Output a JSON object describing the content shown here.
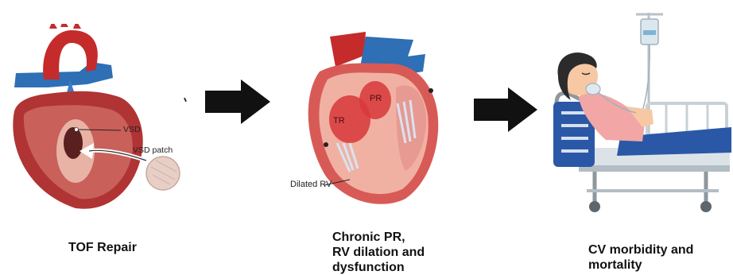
{
  "panels": [
    {
      "caption_lines": [
        "TOF Repair"
      ],
      "labels": {
        "vsd": "VSD",
        "patch": "VSD patch"
      }
    },
    {
      "caption_lines": [
        "Chronic PR,",
        "RV dilation and",
        "dysfunction"
      ],
      "labels": {
        "tr": "TR",
        "pr": "PR",
        "rv": "Dilated RV"
      }
    },
    {
      "caption_lines": [
        "CV morbidity and",
        "mortality"
      ]
    }
  ],
  "colors": {
    "arrow": "#111111",
    "blood_red": "#c8202a",
    "vessel_blue": "#2e6fb5",
    "heart_pink": "#e69a9a"
  }
}
